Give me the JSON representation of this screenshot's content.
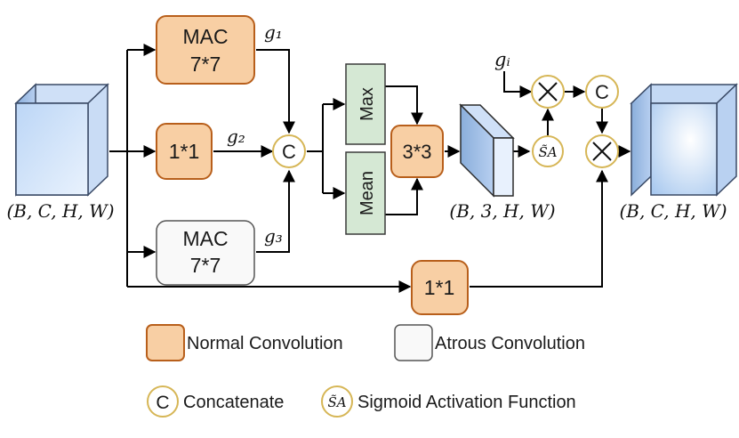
{
  "blocks": {
    "mac_top": {
      "line1": "MAC",
      "line2": "7*7"
    },
    "conv_mid": "1*1",
    "mac_bottom": {
      "line1": "MAC",
      "line2": "7*7"
    },
    "max": "Max",
    "mean": "Mean",
    "conv33": "3*3",
    "conv_bottom": "1*1"
  },
  "ops": {
    "concat": "C",
    "multiply": "×",
    "sigmoid": "S̃A"
  },
  "gates": {
    "g1": "g₁",
    "g2": "g₂",
    "g3": "g₃",
    "gi": "gᵢ"
  },
  "shapes": {
    "input": "(B, C, H, W)",
    "mid": "(B, 3, H, W)",
    "output": "(B, C, H, W)"
  },
  "legend": {
    "normal": "Normal Convolution",
    "atrous": "Atrous Convolution",
    "concat_symbol": "C",
    "concat": "Concatenate",
    "sigmoid_symbol": "S̃A",
    "sigmoid": "Sigmoid Activation Function"
  },
  "colors": {
    "normal_conv": "#f8cfa4",
    "normal_conv_stroke": "#b85f1b",
    "atrous_conv": "#f9f9f9",
    "pool": "#d5e8d4",
    "pool_stroke": "#3a3a3a",
    "op_stroke": "#d6b656",
    "cube": "#dbe9fb"
  }
}
